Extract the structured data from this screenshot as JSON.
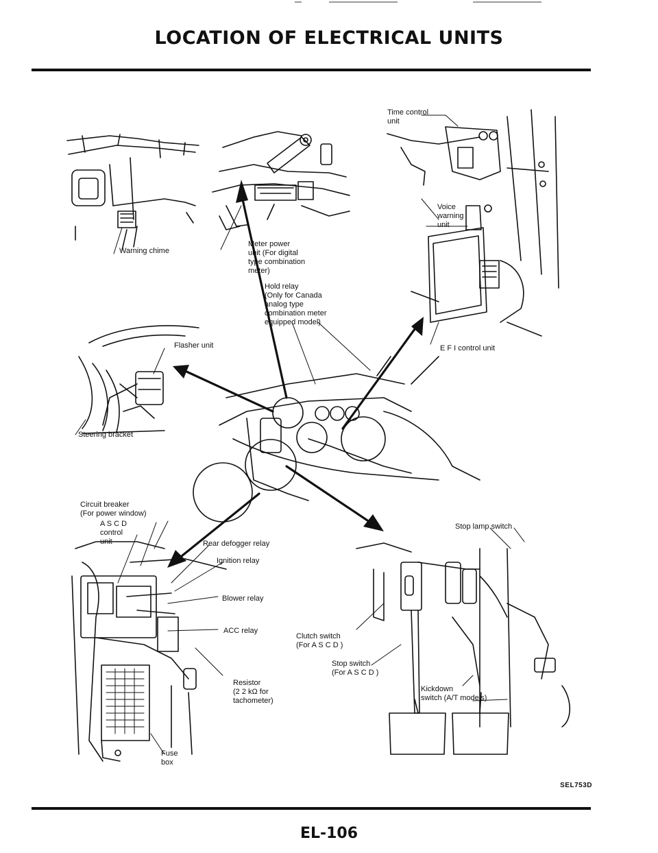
{
  "page": {
    "title": "LOCATION OF ELECTRICAL UNITS",
    "figure_code": "SEL753D",
    "page_number": "EL-106"
  },
  "labels": {
    "time_control_unit": "Time control\nunit",
    "warning_chime": "Warning chime",
    "meter_power_unit": "Meter power\nunit (For digital\ntype combination\nmeter)",
    "hold_relay": "Hold relay\n(Only for Canada\nanalog type\ncombination meter\nequipped model)",
    "voice_warning_unit": "Voice\nwarning\nunit",
    "efi_control_unit": "E F I control unit",
    "flasher_unit": "Flasher unit",
    "steering_bracket": "Steering bracket",
    "circuit_breaker": "Circuit breaker\n(For power window)",
    "ascd_control_unit": "A S C D\ncontrol\nunit",
    "rear_defogger_relay": "Rear defogger relay",
    "ignition_relay": "Ignition relay",
    "blower_relay": "Blower relay",
    "acc_relay": "ACC relay",
    "resistor": "Resistor\n(2 2 kΩ for\ntachometer)",
    "fuse_box": "Fuse\nbox",
    "stop_lamp_switch": "Stop lamp switch",
    "clutch_switch": "Clutch switch\n(For A S C D )",
    "stop_switch": "Stop switch\n(For A S C D )",
    "kickdown_switch": "Kickdown\nswitch (A/T models)"
  }
}
